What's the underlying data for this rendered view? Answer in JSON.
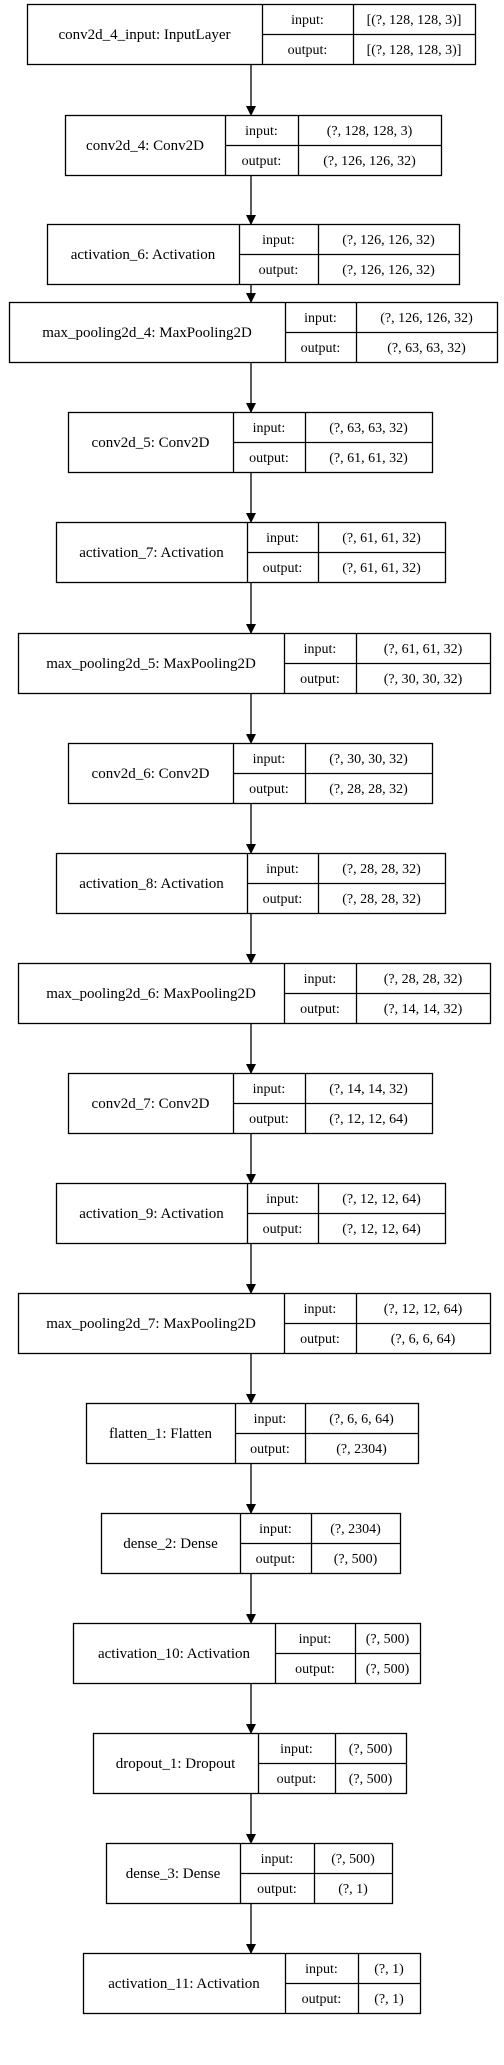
{
  "layers": [
    {
      "name": "conv2d_4_input: InputLayer",
      "input_label": "input:",
      "output_label": "output:",
      "input": "[(?, 128, 128, 3)]",
      "output": "[(?, 128, 128, 3)]"
    },
    {
      "name": "conv2d_4: Conv2D",
      "input_label": "input:",
      "output_label": "output:",
      "input": "(?, 128, 128, 3)",
      "output": "(?, 126, 126, 32)"
    },
    {
      "name": "activation_6: Activation",
      "input_label": "input:",
      "output_label": "output:",
      "input": "(?, 126, 126, 32)",
      "output": "(?, 126, 126, 32)"
    },
    {
      "name": "max_pooling2d_4: MaxPooling2D",
      "input_label": "input:",
      "output_label": "output:",
      "input": "(?, 126, 126, 32)",
      "output": "(?, 63, 63, 32)"
    },
    {
      "name": "conv2d_5: Conv2D",
      "input_label": "input:",
      "output_label": "output:",
      "input": "(?, 63, 63, 32)",
      "output": "(?, 61, 61, 32)"
    },
    {
      "name": "activation_7: Activation",
      "input_label": "input:",
      "output_label": "output:",
      "input": "(?, 61, 61, 32)",
      "output": "(?, 61, 61, 32)"
    },
    {
      "name": "max_pooling2d_5: MaxPooling2D",
      "input_label": "input:",
      "output_label": "output:",
      "input": "(?, 61, 61, 32)",
      "output": "(?, 30, 30, 32)"
    },
    {
      "name": "conv2d_6: Conv2D",
      "input_label": "input:",
      "output_label": "output:",
      "input": "(?, 30, 30, 32)",
      "output": "(?, 28, 28, 32)"
    },
    {
      "name": "activation_8: Activation",
      "input_label": "input:",
      "output_label": "output:",
      "input": "(?, 28, 28, 32)",
      "output": "(?, 28, 28, 32)"
    },
    {
      "name": "max_pooling2d_6: MaxPooling2D",
      "input_label": "input:",
      "output_label": "output:",
      "input": "(?, 28, 28, 32)",
      "output": "(?, 14, 14, 32)"
    },
    {
      "name": "conv2d_7: Conv2D",
      "input_label": "input:",
      "output_label": "output:",
      "input": "(?, 14, 14, 32)",
      "output": "(?, 12, 12, 64)"
    },
    {
      "name": "activation_9: Activation",
      "input_label": "input:",
      "output_label": "output:",
      "input": "(?, 12, 12, 64)",
      "output": "(?, 12, 12, 64)"
    },
    {
      "name": "max_pooling2d_7: MaxPooling2D",
      "input_label": "input:",
      "output_label": "output:",
      "input": "(?, 12, 12, 64)",
      "output": "(?, 6, 6, 64)"
    },
    {
      "name": "flatten_1: Flatten",
      "input_label": "input:",
      "output_label": "output:",
      "input": "(?, 6, 6, 64)",
      "output": "(?, 2304)"
    },
    {
      "name": "dense_2: Dense",
      "input_label": "input:",
      "output_label": "output:",
      "input": "(?, 2304)",
      "output": "(?, 500)"
    },
    {
      "name": "activation_10: Activation",
      "input_label": "input:",
      "output_label": "output:",
      "input": "(?, 500)",
      "output": "(?, 500)"
    },
    {
      "name": "dropout_1: Dropout",
      "input_label": "input:",
      "output_label": "output:",
      "input": "(?, 500)",
      "output": "(?, 500)"
    },
    {
      "name": "dense_3: Dense",
      "input_label": "input:",
      "output_label": "output:",
      "input": "(?, 500)",
      "output": "(?, 1)"
    },
    {
      "name": "activation_11: Activation",
      "input_label": "input:",
      "output_label": "output:",
      "input": "(?, 1)",
      "output": "(?, 1)"
    }
  ],
  "colors": {
    "stroke": "#000000",
    "background": "#ffffff"
  }
}
